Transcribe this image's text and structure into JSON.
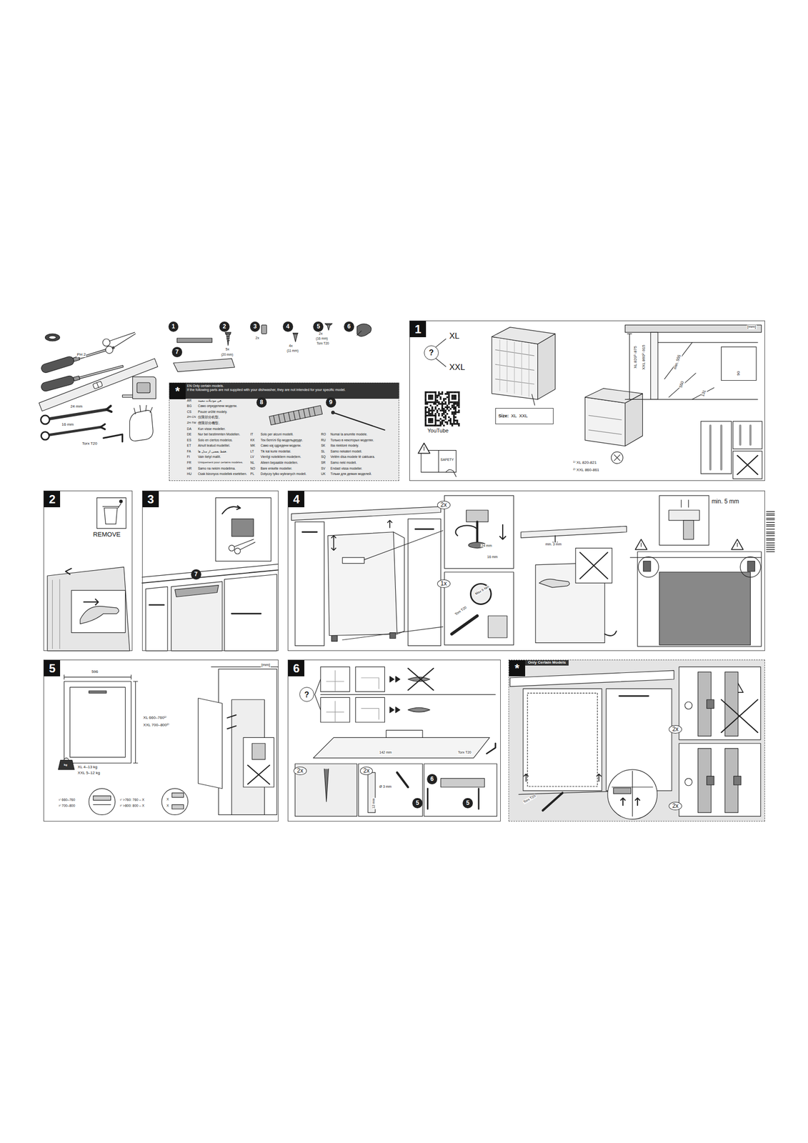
{
  "diagram": {
    "nodes": [
      {
        "text": [
          "1"
        ]
      },
      {
        "text": [
          "2"
        ]
      },
      {
        "text": [
          "3"
        ]
      },
      {
        "text": [
          "4"
        ]
      },
      {
        "text": [
          "5"
        ]
      },
      {
        "text": [
          "6"
        ]
      },
      {
        "text": [
          "7"
        ]
      },
      {
        "text": [
          "*",
          "EN Only certain models.",
          "If the following parts are not supplied with your dishwasher, they are not intended for your specific model."
        ]
      },
      {
        "text": [
          "8"
        ],
        "in": 7
      },
      {
        "text": [
          "9"
        ],
        "in": 7
      },
      {
        "text": [
          "1"
        ]
      },
      {
        "text": [
          "?"
        ],
        "in": 10
      },
      {
        "text": [
          "Size:",
          "XL",
          "XXL"
        ],
        "in": 10
      },
      {
        "text": [
          "2"
        ]
      },
      {
        "text": [
          "3"
        ]
      },
      {
        "text": [
          "7"
        ],
        "in": 14
      },
      {
        "text": [
          "4"
        ]
      },
      {
        "text": [
          "5"
        ]
      },
      {
        "text": [
          "6"
        ]
      },
      {
        "text": [
          "?"
        ],
        "in": 18
      },
      {
        "text": [
          "6"
        ],
        "in": 18
      },
      {
        "text": [
          "5"
        ],
        "in": 18
      },
      {
        "text": [
          "5"
        ],
        "in": 18
      },
      {
        "text": [
          "*",
          "Only Certain Models"
        ]
      }
    ],
    "labels": [
      "PH 2",
      "24 mm",
      "16 mm",
      "Torx T20",
      "5x",
      "(20 mm)",
      "2x",
      "4x",
      "(11 mm)",
      "2x",
      "(16 mm)",
      "Torx T20",
      "AR",
      "في موديلات معينة.",
      "BG",
      "Само определени модели.",
      "CS",
      "Pouze určité modely.",
      "ZH-CN",
      "仅限部分机型。",
      "ZH-TW",
      "僅限部分機型。",
      "DA",
      "Kun visse modeller.",
      "DE",
      "Nur bei bestimmten Modellen.",
      "ES",
      "Solo en ciertos modelos.",
      "ET",
      "Ainult teatud mudelitel.",
      "FA",
      "فقط بعضی از مدل ها.",
      "FI",
      "Vain tietyt mallit.",
      "FR",
      "Uniquement pour certains modèles.",
      "HR",
      "Samo na nekim modelima.",
      "HU",
      "Csak bizonyos modellek esetében.",
      "IT",
      "Solo per alcuni modelli.",
      "KK",
      "Тек белгілі бір модельдерде.",
      "MK",
      "Само кај одредени модели.",
      "LT",
      "Tik kai kurie modeliai.",
      "LV",
      "Vienīgi noteiktiem modeļiem.",
      "NL",
      "Alleen bepaalde modellen.",
      "NO",
      "Bare enkelte modeller.",
      "PL",
      "Dotyczy tylko wybranych modeli.",
      "RO",
      "Numai la anumite modele.",
      "RU",
      "Только в некоторых моделях.",
      "SK",
      "Iba niektoré modely.",
      "SL",
      "Samo nekateri modeli.",
      "SQ",
      "Vetëm disa modele të caktuara.",
      "SR",
      "Samo neki modeli.",
      "SV",
      "Endast vissa modeller.",
      "UK",
      "Тільки для деяких моделей.",
      "XL",
      "XXL",
      "YouTube",
      "SAFETY",
      "[mm]",
      "XL 820¹⁾-875",
      "XXL 860²⁾-915",
      "min. 555",
      "550",
      "90",
      "131",
      "¹⁾ XL 820-821",
      "²⁾ XXL 860-861",
      "REMOVE",
      "2x",
      "24 mm",
      "16 mm",
      "1x",
      "Max 6 Nm",
      "Torx T20",
      "min. 3 mm",
      "min. 5 mm",
      "[mm]",
      "596",
      "XL 660–760¹⁾",
      "XXL 700–800²⁾",
      "XL 4–13 kg",
      "XXL 5–12 kg",
      "¹⁾ 660–760",
      "²⁾ 700–800",
      "¹⁾ >760: 760 – X",
      "²⁾ >800: 800 – X",
      "X",
      "X",
      "142 mm",
      "Torx T20",
      "2x",
      "2x",
      "Ø 3 mm",
      "12 mm",
      "2x",
      "Torx T20",
      "2x",
      "kg"
    ]
  }
}
